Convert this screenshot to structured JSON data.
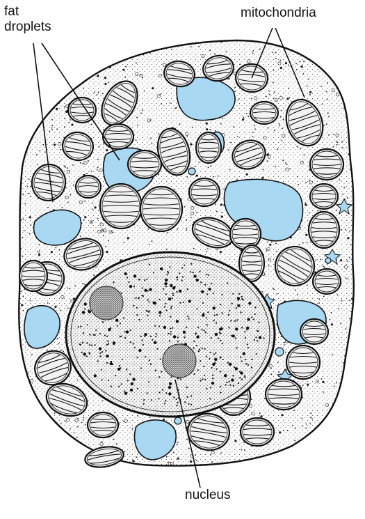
{
  "labels": {
    "fat_line1": "fat",
    "fat_line2": "droplets",
    "mitochondria": "mitochondria",
    "nucleus": "nucleus"
  },
  "signature": "TLL",
  "colors": {
    "fat_droplet": "#a9d8f2",
    "cytoplasm": "#f4f4f4",
    "outline": "#111111",
    "nucleoplasm": "#efefef"
  }
}
